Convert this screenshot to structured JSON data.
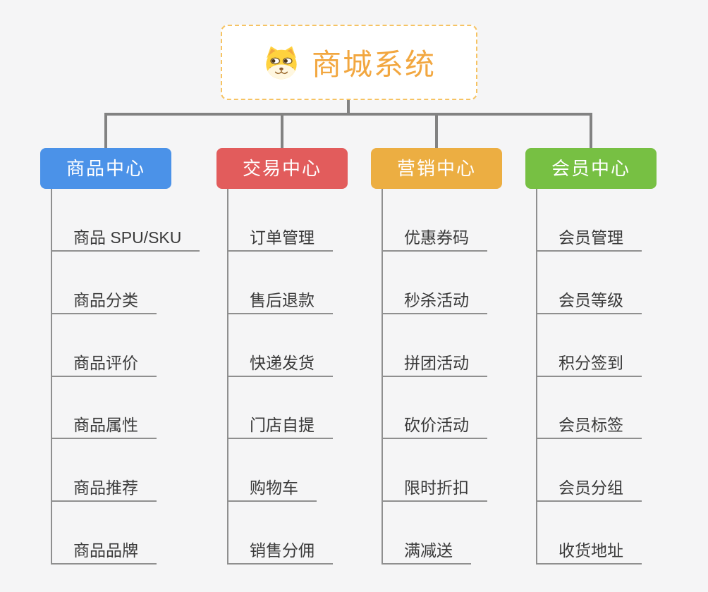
{
  "diagram": {
    "type": "mindmap-org-chart",
    "background_color": "#f5f5f6",
    "connector_color": "#828282",
    "child_line_color": "#8f8f8f",
    "child_text_color": "#3a3a3a"
  },
  "root": {
    "label": "商城系统",
    "icon": "dog-face-icon",
    "text_color": "#f2a740",
    "border_color": "#f6c363",
    "fill_color": "#ffffff"
  },
  "branches": [
    {
      "label": "商品中心",
      "color": "#4b92e8",
      "children": [
        "商品 SPU/SKU",
        "商品分类",
        "商品评价",
        "商品属性",
        "商品推荐",
        "商品品牌"
      ]
    },
    {
      "label": "交易中心",
      "color": "#e25c5c",
      "children": [
        "订单管理",
        "售后退款",
        "快递发货",
        "门店自提",
        "购物车",
        "销售分佣"
      ]
    },
    {
      "label": "营销中心",
      "color": "#ecae42",
      "children": [
        "优惠券码",
        "秒杀活动",
        "拼团活动",
        "砍价活动",
        "限时折扣",
        "满减送"
      ]
    },
    {
      "label": "会员中心",
      "color": "#77c043",
      "children": [
        "会员管理",
        "会员等级",
        "积分签到",
        "会员标签",
        "会员分组",
        "收货地址"
      ]
    }
  ]
}
